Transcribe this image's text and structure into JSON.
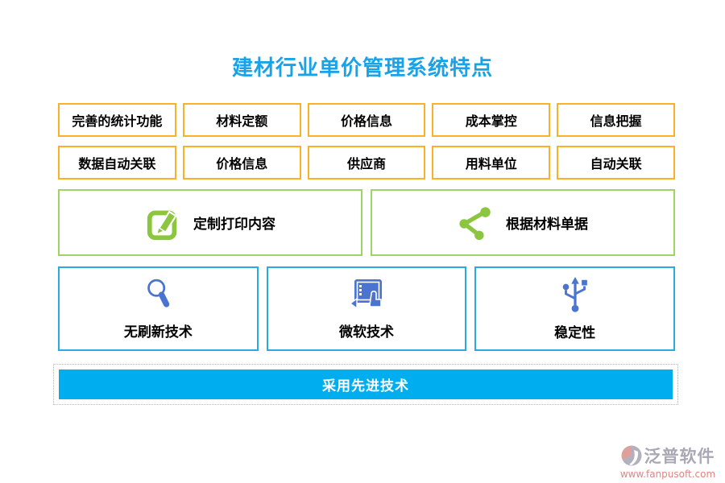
{
  "title": "建材行业单价管理系统特点",
  "features": {
    "row1": [
      "完善的统计功能",
      "材料定额",
      "价格信息",
      "成本掌控",
      "信息把握"
    ],
    "row2": [
      "数据自动关联",
      "价格信息",
      "供应商",
      "用料单位",
      "自动关联"
    ]
  },
  "green_cards": [
    {
      "label": "定制打印内容",
      "icon": "edit-pencil-icon"
    },
    {
      "label": "根据材料单据",
      "icon": "share-nodes-icon"
    }
  ],
  "blue_cards": [
    {
      "label": "无刷新技术",
      "icon": "magnifier-icon"
    },
    {
      "label": "微软技术",
      "icon": "tablet-touch-icon"
    },
    {
      "label": "稳定性",
      "icon": "usb-icon"
    }
  ],
  "bottom_bar": {
    "label": "采用先进技术"
  },
  "watermark": {
    "brand": "泛普软件",
    "url": "www.fanpusoft.com"
  },
  "colors": {
    "title_blue": "#18a3e8",
    "tag_border_orange": "#fbb125",
    "green_border": "#9ed36a",
    "green_icon": "#8cc63f",
    "cyan_border": "#29abe2",
    "bar_fill": "#00aeef",
    "icon_blue": "#4a74cf"
  }
}
